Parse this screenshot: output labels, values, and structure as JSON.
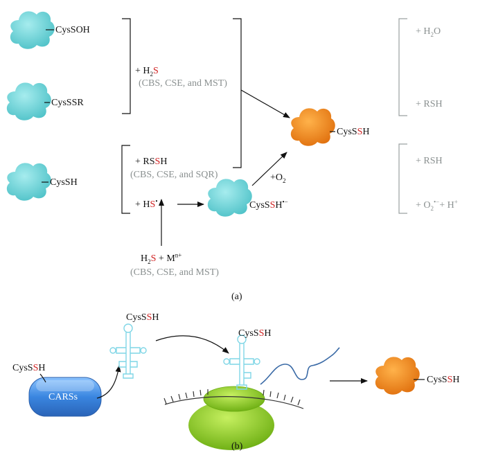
{
  "panel_a": {
    "caption": "(a)",
    "proteins": {
      "p1": "CysSOH",
      "p2": "CysSSR",
      "p3": "CysSH",
      "intermediate": {
        "pre": "CysS",
        "red": "S",
        "post": "H",
        "sup": "•−"
      },
      "product": {
        "pre": "CysS",
        "red": "S",
        "post": "H"
      }
    },
    "reagents": {
      "h2s": {
        "pre": "+ H",
        "sub": "2",
        "red": "S"
      },
      "enzymes1": "(CBS, CSE, and MST)",
      "rssh": {
        "pre": "+ RS",
        "red": "S",
        "post": "H"
      },
      "enzymes2": "(CBS, CSE, and SQR)",
      "hs": {
        "pre": "+ H",
        "red": "S",
        "sup": "•"
      },
      "o2": {
        "pre": "+O",
        "sub": "2"
      },
      "h2s_m": {
        "pre": "H",
        "sub": "2",
        "red": "S",
        "mid": " + M",
        "sup": "n+"
      },
      "enzymes3": "(CBS, CSE, and MST)"
    },
    "byproducts": {
      "h2o": {
        "pre": "+ H",
        "sub": "2",
        "post": "O"
      },
      "rsh1": "+ RSH",
      "rsh2": "+ RSH",
      "superoxide": {
        "pre": "+ O",
        "sub": "2",
        "sup": "•−",
        "mid": "+ H",
        "sup2": "+"
      }
    }
  },
  "panel_b": {
    "caption": "(b)",
    "input": {
      "pre": "CysS",
      "red": "S",
      "post": "H"
    },
    "enzyme": "CARSs",
    "trna_label": {
      "pre": "CysS",
      "red": "S",
      "post": "H"
    },
    "ribosome_label": {
      "pre": "CysS",
      "red": "S",
      "post": "H"
    },
    "product": {
      "pre": "CysS",
      "red": "S",
      "post": "H"
    }
  },
  "colors": {
    "protein_cyan": "#6fd4d8",
    "protein_orange": "#f0841c",
    "cars_blue": "#3a86e0",
    "ribosome_green": "#8ccc1a",
    "trna_cyan": "#7fd6e6",
    "mrna_blue": "#3a6aa6",
    "gray_text": "#8a9090",
    "sulfur_red": "#d02020"
  }
}
